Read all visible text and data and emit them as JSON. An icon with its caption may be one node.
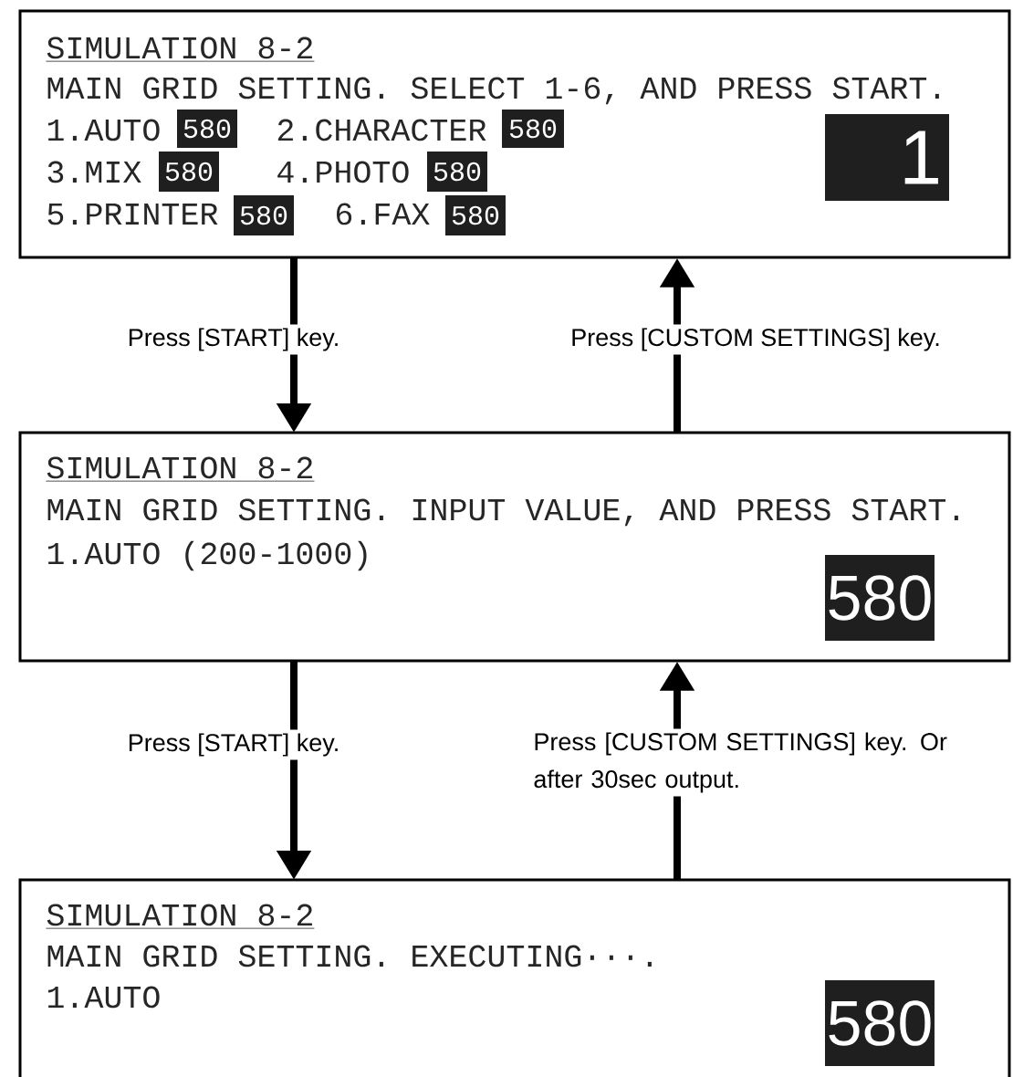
{
  "diagram": {
    "nodes": [
      {
        "text": [
          "SIMULATION 8-2",
          "MAIN GRID SETTING. SELECT 1-6, AND PRESS START.",
          "1.AUTO",
          "2.CHARACTER",
          "3.MIX",
          "4.PHOTO",
          "5.PRINTER",
          "6.FAX"
        ]
      },
      {
        "text": [
          "580"
        ],
        "in": 0
      },
      {
        "text": [
          "580"
        ],
        "in": 0
      },
      {
        "text": [
          "580"
        ],
        "in": 0
      },
      {
        "text": [
          "580"
        ],
        "in": 0
      },
      {
        "text": [
          "580"
        ],
        "in": 0
      },
      {
        "text": [
          "580"
        ],
        "in": 0
      },
      {
        "text": [
          "1"
        ],
        "in": 0
      },
      {
        "text": [
          "SIMULATION 8-2",
          "MAIN GRID SETTING. INPUT VALUE, AND PRESS START.",
          "1.AUTO (200-1000)"
        ]
      },
      {
        "text": [
          "580"
        ],
        "in": 8
      },
      {
        "text": [
          "SIMULATION 8-2",
          "MAIN GRID SETTING. EXECUTING···.",
          "1.AUTO"
        ]
      },
      {
        "text": [
          "580"
        ],
        "in": 10
      }
    ],
    "edges": [
      {
        "from": 0,
        "to": 8,
        "arrow": "to",
        "label": "Press [START] key."
      },
      {
        "from": 8,
        "to": 0,
        "arrow": "to",
        "label": "Press [CUSTOM SETTINGS] key."
      },
      {
        "from": 8,
        "to": 10,
        "arrow": "to",
        "label": "Press [START] key."
      },
      {
        "from": 10,
        "to": 8,
        "arrow": "to",
        "label": "Press [CUSTOM SETTINGS] key. Or after 30sec output."
      }
    ]
  }
}
